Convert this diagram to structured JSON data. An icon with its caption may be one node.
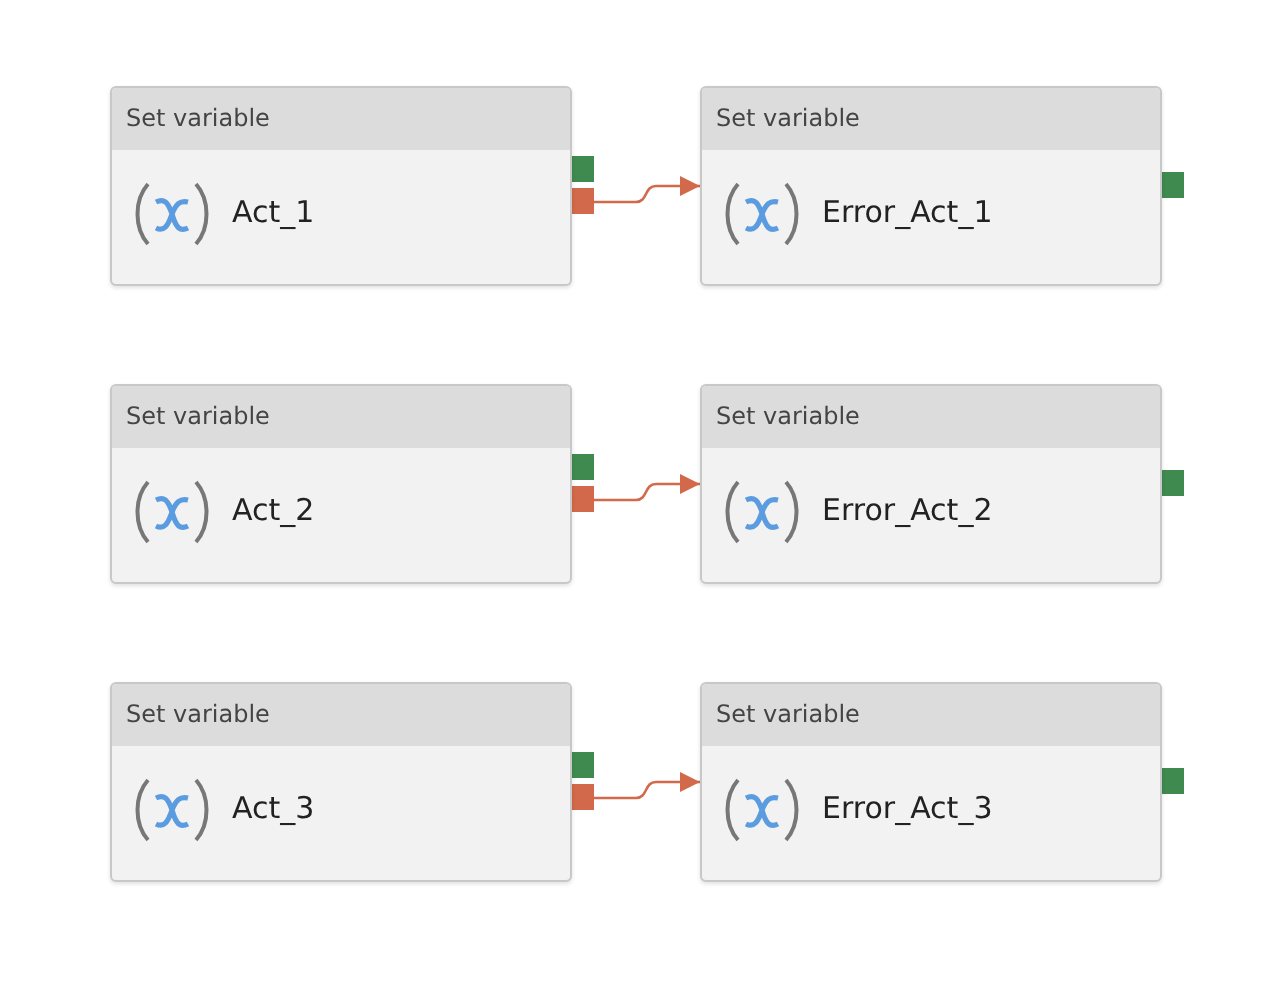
{
  "diagram": {
    "nodes": [
      {
        "text": [
          "Set variable",
          "Act_1"
        ]
      },
      {
        "text": [
          "Set variable",
          "Error_Act_1"
        ]
      },
      {
        "text": [
          "Set variable",
          "Act_2"
        ]
      },
      {
        "text": [
          "Set variable",
          "Error_Act_2"
        ]
      },
      {
        "text": [
          "Set variable",
          "Act_3"
        ]
      },
      {
        "text": [
          "Set variable",
          "Error_Act_3"
        ]
      }
    ],
    "edges": [
      {
        "from": 0,
        "to": 1,
        "arrow": "to"
      },
      {
        "from": 2,
        "to": 3,
        "arrow": "to"
      },
      {
        "from": 4,
        "to": 5,
        "arrow": "to"
      }
    ]
  }
}
